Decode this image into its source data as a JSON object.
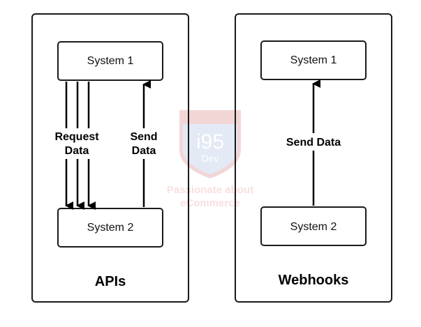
{
  "left_panel": {
    "title": "APIs",
    "top_box": "System 1",
    "bottom_box": "System 2",
    "request_label_line1": "Request",
    "request_label_line2": "Data",
    "send_label_line1": "Send",
    "send_label_line2": "Data"
  },
  "right_panel": {
    "title": "Webhooks",
    "top_box": "System 1",
    "bottom_box": "System 2",
    "send_label": "Send Data"
  },
  "watermark": {
    "logo_main": "i95",
    "logo_sub": "Dev",
    "tagline_line1": "Passionate about",
    "tagline_line2": "eCommerce"
  },
  "colors": {
    "stroke": "#1a1a1a",
    "watermark_red": "#f4c6c6",
    "watermark_blue": "#d9e2f3"
  }
}
